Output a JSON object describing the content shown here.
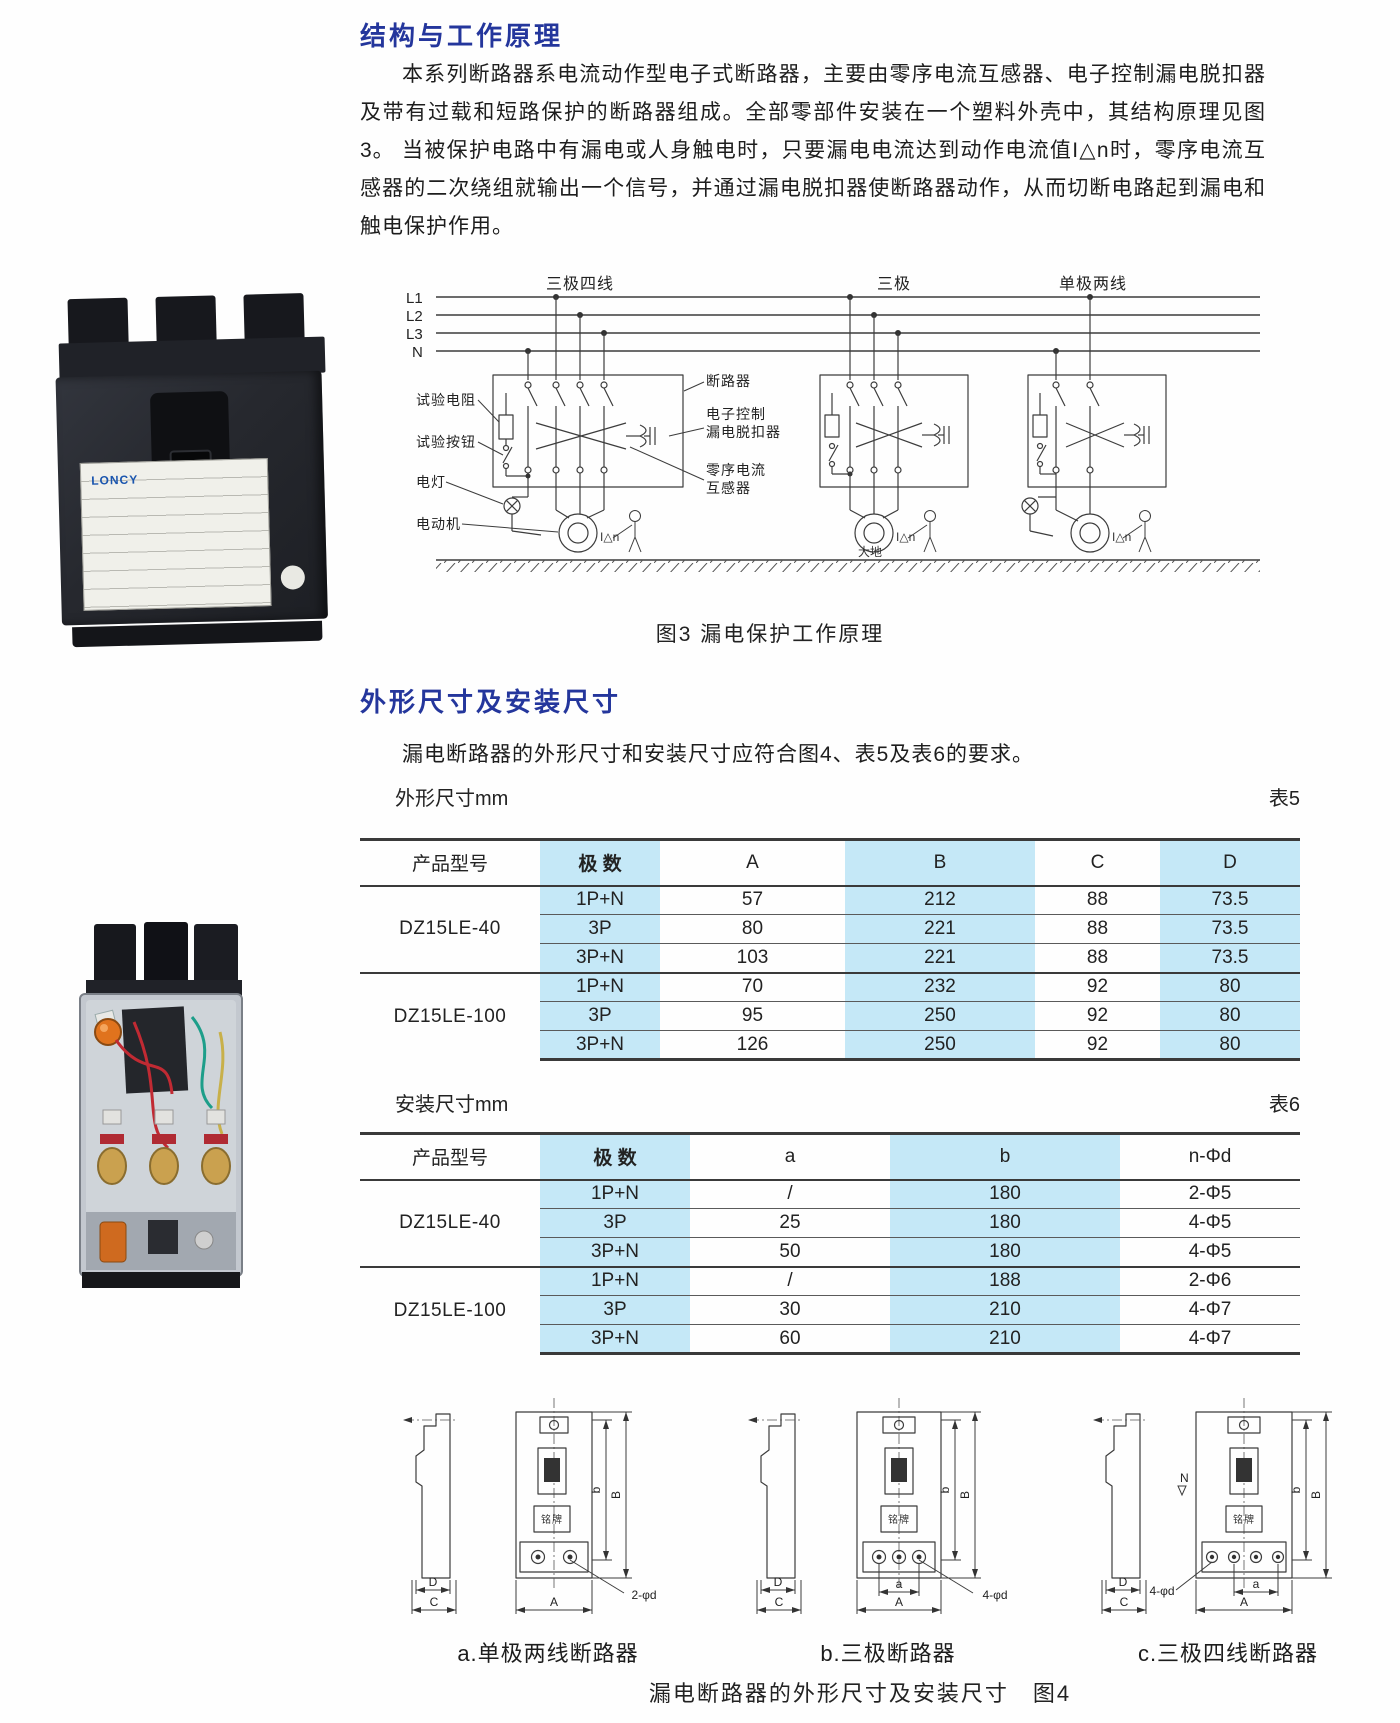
{
  "section1": {
    "title": "结构与工作原理",
    "para1": "本系列断路器系电流动作型电子式断路器，主要由零序电流互感器、电子控制漏电脱扣器及带有过载和短路保护的断路器组成。全部零部件安装在一个塑料外壳中，其结构原理见图3。",
    "para2": "当被保护电路中有漏电或人身触电时，只要漏电电流达到动作电流值I△n时，零序电流互感器的二次绕组就输出一个信号，并通过漏电脱扣器使断路器动作，从而切断电路起到漏电和触电保护作用。"
  },
  "figure3": {
    "caption": "图3 漏电保护工作原理",
    "labels": {
      "l1": "L1",
      "l2": "L2",
      "l3": "L3",
      "n": "N",
      "group1": "三极四线",
      "group2": "三极",
      "group3": "单极两线",
      "breaker": "断路器",
      "electronic_line1": "电子控制",
      "electronic_line2": "漏电脱扣器",
      "zct_line1": "零序电流",
      "zct_line2": "互感器",
      "test_resistor": "试验电阻",
      "test_button": "试验按钮",
      "lamp": "电灯",
      "motor": "电动机",
      "earth": "大地",
      "trip_current": "I△n"
    }
  },
  "section2": {
    "title": "外形尺寸及安装尺寸",
    "intro": "漏电断路器的外形尺寸和安装尺寸应符合图4、表5及表6的要求。"
  },
  "table5": {
    "title": "外形尺寸mm",
    "tag": "表5",
    "headers": [
      "产品型号",
      "极 数",
      "A",
      "B",
      "C",
      "D"
    ],
    "groups": [
      {
        "model": "DZ15LE-40",
        "rows": [
          [
            "1P+N",
            "57",
            "212",
            "88",
            "73.5"
          ],
          [
            "3P",
            "80",
            "221",
            "88",
            "73.5"
          ],
          [
            "3P+N",
            "103",
            "221",
            "88",
            "73.5"
          ]
        ]
      },
      {
        "model": "DZ15LE-100",
        "rows": [
          [
            "1P+N",
            "70",
            "232",
            "92",
            "80"
          ],
          [
            "3P",
            "95",
            "250",
            "92",
            "80"
          ],
          [
            "3P+N",
            "126",
            "250",
            "92",
            "80"
          ]
        ]
      }
    ]
  },
  "table6": {
    "title": "安装尺寸mm",
    "tag": "表6",
    "headers": [
      "产品型号",
      "极 数",
      "a",
      "b",
      "n-Φd"
    ],
    "groups": [
      {
        "model": "DZ15LE-40",
        "rows": [
          [
            "1P+N",
            "/",
            "180",
            "2-Φ5"
          ],
          [
            "3P",
            "25",
            "180",
            "4-Φ5"
          ],
          [
            "3P+N",
            "50",
            "180",
            "4-Φ5"
          ]
        ]
      },
      {
        "model": "DZ15LE-100",
        "rows": [
          [
            "1P+N",
            "/",
            "188",
            "2-Φ6"
          ],
          [
            "3P",
            "30",
            "210",
            "4-Φ7"
          ],
          [
            "3P+N",
            "60",
            "210",
            "4-Φ7"
          ]
        ]
      }
    ]
  },
  "figure4": {
    "captions": [
      "a.单极两线断路器",
      "b.三极断路器",
      "c.三极四线断路器"
    ],
    "bottom_caption": "漏电断路器的外形尺寸及安装尺寸　图4",
    "dims": {
      "A": "A",
      "a": "a",
      "B": "B",
      "b": "b",
      "C": "C",
      "D": "D",
      "phi2": "2-φd",
      "phi4": "4-φd",
      "nameplate": "铭牌",
      "neutral": "N"
    }
  },
  "photos": {
    "brand": "LONCY"
  }
}
